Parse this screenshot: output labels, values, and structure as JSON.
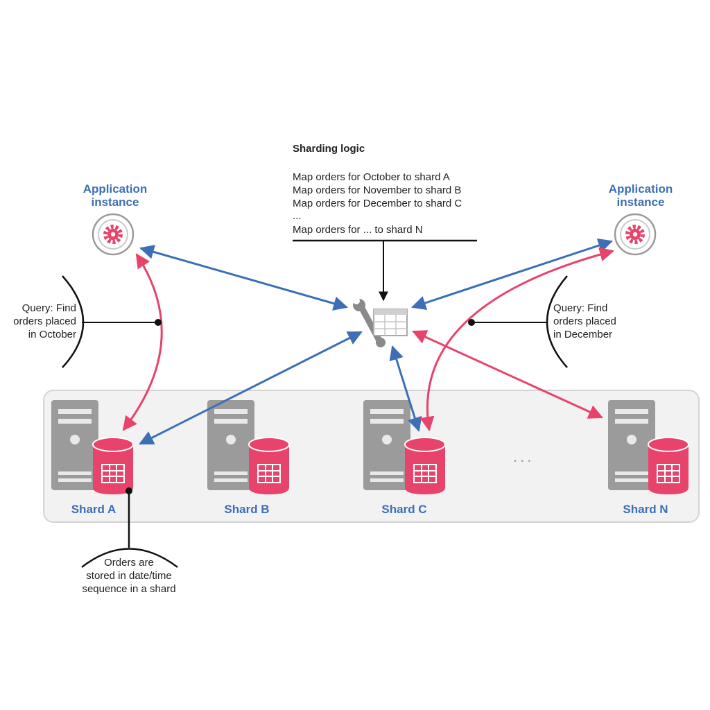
{
  "sharding_logic": {
    "title": "Sharding logic",
    "rules": [
      "Map orders for October to shard A",
      "Map orders for November to shard B",
      "Map orders for December to shard C",
      "...",
      "Map orders for ... to shard N"
    ]
  },
  "app_left": {
    "label_line1": "Application",
    "label_line2": "instance"
  },
  "app_right": {
    "label_line1": "Application",
    "label_line2": "instance"
  },
  "query_left": {
    "line1": "Query: Find",
    "line2": "orders placed",
    "line3": "in October"
  },
  "query_right": {
    "line1": "Query: Find",
    "line2": "orders placed",
    "line3": "in December"
  },
  "shards": [
    {
      "label": "Shard A"
    },
    {
      "label": "Shard B"
    },
    {
      "label": "Shard C"
    },
    {
      "label": "Shard N"
    }
  ],
  "ellipsis": "...",
  "storage_note": {
    "line1": "Orders are",
    "line2": "stored in date/time",
    "line3": "sequence in a shard"
  },
  "colors": {
    "blue": "#3c6fb5",
    "pink": "#e8436b",
    "gray": "#8a8a8a",
    "panel": "#f2f2f2"
  },
  "icons": [
    "gear-icon",
    "wrench-icon",
    "table-icon",
    "server-icon",
    "database-icon"
  ]
}
